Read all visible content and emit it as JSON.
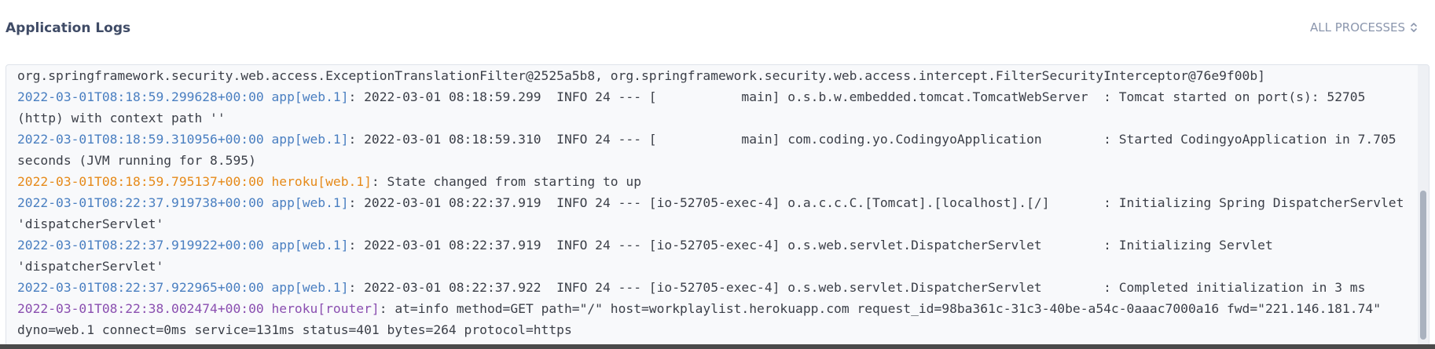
{
  "header": {
    "title": "Application Logs",
    "process_filter": "ALL PROCESSES",
    "process_icon": "sort-updown-icon"
  },
  "logs": [
    {
      "prefix": "",
      "source": "",
      "text": "org.springframework.security.web.access.ExceptionTranslationFilter@2525a5b8, org.springframework.security.web.access.intercept.FilterSecurityInterceptor@76e9f00b]",
      "color": "default"
    },
    {
      "prefix": "2022-03-01T08:18:59.299628+00:00 ",
      "source": "app[web.1]",
      "text": ": 2022-03-01 08:18:59.299  INFO 24 --- [           main] o.s.b.w.embedded.tomcat.TomcatWebServer  : Tomcat started on port(s): 52705 (http) with context path ''",
      "color": "app"
    },
    {
      "prefix": "2022-03-01T08:18:59.310956+00:00 ",
      "source": "app[web.1]",
      "text": ": 2022-03-01 08:18:59.310  INFO 24 --- [           main] com.coding.yo.CodingyoApplication        : Started CodingyoApplication in 7.705 seconds (JVM running for 8.595)",
      "color": "app"
    },
    {
      "prefix": "2022-03-01T08:18:59.795137+00:00 ",
      "source": "heroku[web.1]",
      "text": ": State changed from starting to up",
      "color": "heroku"
    },
    {
      "prefix": "2022-03-01T08:22:37.919738+00:00 ",
      "source": "app[web.1]",
      "text": ": 2022-03-01 08:22:37.919  INFO 24 --- [io-52705-exec-4] o.a.c.c.C.[Tomcat].[localhost].[/]       : Initializing Spring DispatcherServlet 'dispatcherServlet'",
      "color": "app"
    },
    {
      "prefix": "2022-03-01T08:22:37.919922+00:00 ",
      "source": "app[web.1]",
      "text": ": 2022-03-01 08:22:37.919  INFO 24 --- [io-52705-exec-4] o.s.web.servlet.DispatcherServlet        : Initializing Servlet 'dispatcherServlet'",
      "color": "app"
    },
    {
      "prefix": "2022-03-01T08:22:37.922965+00:00 ",
      "source": "app[web.1]",
      "text": ": 2022-03-01 08:22:37.922  INFO 24 --- [io-52705-exec-4] o.s.web.servlet.DispatcherServlet        : Completed initialization in 3 ms",
      "color": "app"
    },
    {
      "prefix": "2022-03-01T08:22:38.002474+00:00 ",
      "source": "heroku[router]",
      "text": ": at=info method=GET path=\"/\" host=workplaylist.herokuapp.com request_id=98ba361c-31c3-40be-a54c-0aaac7000a16 fwd=\"221.146.181.74\" dyno=web.1 connect=0ms service=131ms status=401 bytes=264 protocol=https",
      "color": "router"
    }
  ],
  "colors": {
    "app": "#4a7fc1",
    "heroku": "#e68a1a",
    "router": "#8a4fb0",
    "text": "#3b3f48",
    "title": "#3f4b66",
    "muted": "#8b96ad"
  }
}
